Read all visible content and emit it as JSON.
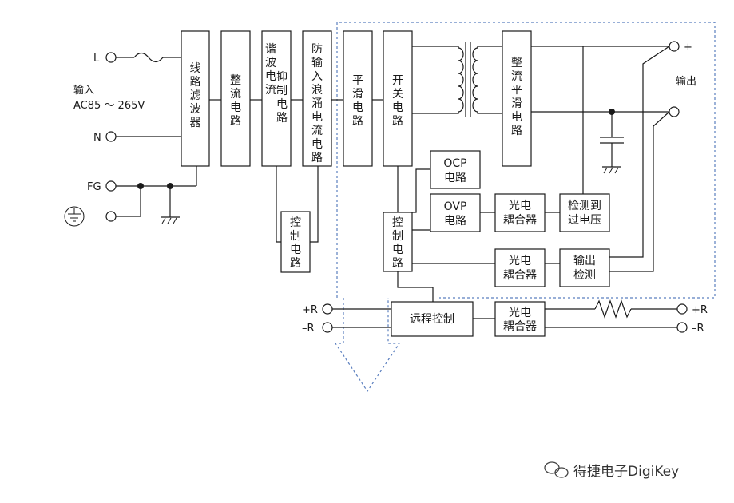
{
  "terminals": {
    "L": "L",
    "N": "N",
    "FG": "FG",
    "out_plus": "+",
    "out_minus": "–",
    "rc_plus_in": "+R",
    "rc_minus_in": "–R",
    "rc_plus_out": "+R",
    "rc_minus_out": "–R"
  },
  "labels": {
    "input_line1": "输入",
    "input_line2": "AC85 ～ 265V",
    "output": "输出"
  },
  "blocks": {
    "line_filter": "线路滤波器",
    "rectifier": "整流电路",
    "harmonic": [
      "谐波电流",
      "抑制电路"
    ],
    "inrush": "防输入浪涌电流电路",
    "control_left": "控制电路",
    "smoothing": "平滑电路",
    "switching": "开关电路",
    "rect_smooth": "整流平滑电路",
    "ocp": [
      "OCP",
      "电路"
    ],
    "ovp": [
      "OVP",
      "电路"
    ],
    "control_right": "控制电路",
    "opto1": [
      "光电",
      "耦合器"
    ],
    "ov_detect": [
      "检测到",
      "过电压"
    ],
    "opto2": [
      "光电",
      "耦合器"
    ],
    "out_detect": [
      "输出",
      "检测"
    ],
    "remote": "远程控制",
    "opto3": [
      "光电",
      "耦合器"
    ]
  },
  "watermark": {
    "text": "得捷电子DigiKey",
    "icon": "wechat-icon"
  }
}
